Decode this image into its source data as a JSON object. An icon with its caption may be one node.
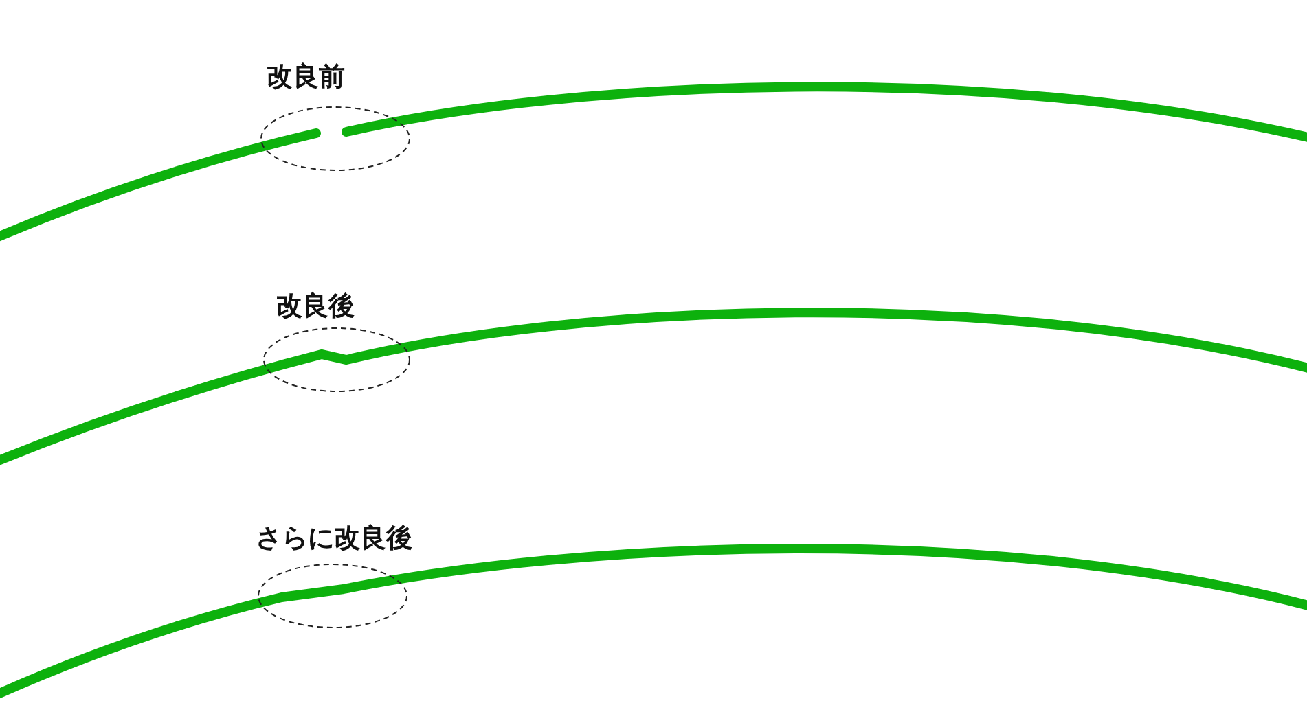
{
  "diagram": {
    "nodes": [
      {
        "text": [
          "改良前"
        ]
      },
      {
        "text": [
          "改良後"
        ]
      },
      {
        "text": [
          "さらに改良後"
        ]
      }
    ]
  }
}
